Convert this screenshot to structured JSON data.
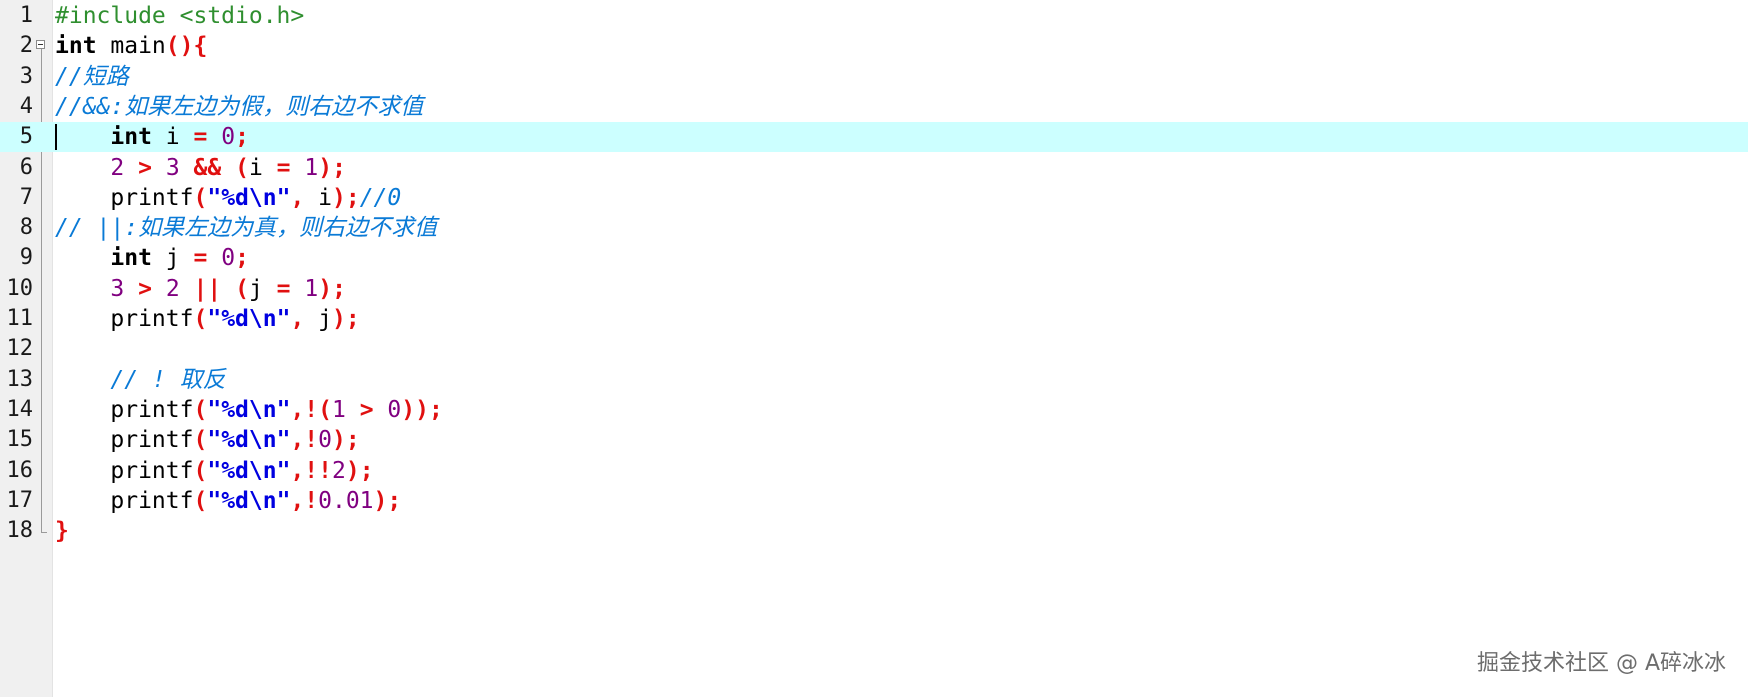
{
  "editor": {
    "current_line": 5,
    "lines": [
      {
        "n": "1",
        "tokens": [
          {
            "t": "pp",
            "s": "#include <stdio.h>"
          }
        ]
      },
      {
        "n": "2",
        "tokens": [
          {
            "t": "kw",
            "s": "int"
          },
          {
            "t": "tx",
            "s": " main"
          },
          {
            "t": "op",
            "s": "(){"
          }
        ]
      },
      {
        "n": "3",
        "tokens": [
          {
            "t": "cm",
            "s": "//短路"
          }
        ]
      },
      {
        "n": "4",
        "tokens": [
          {
            "t": "cm",
            "s": "//&&:如果左边为假，则右边不求值"
          }
        ]
      },
      {
        "n": "5",
        "tokens": [
          {
            "t": "tx",
            "s": "    "
          },
          {
            "t": "kw",
            "s": "int"
          },
          {
            "t": "tx",
            "s": " i "
          },
          {
            "t": "op",
            "s": "="
          },
          {
            "t": "tx",
            "s": " "
          },
          {
            "t": "num",
            "s": "0"
          },
          {
            "t": "op",
            "s": ";"
          }
        ]
      },
      {
        "n": "6",
        "tokens": [
          {
            "t": "tx",
            "s": "    "
          },
          {
            "t": "num",
            "s": "2"
          },
          {
            "t": "tx",
            "s": " "
          },
          {
            "t": "op",
            "s": ">"
          },
          {
            "t": "tx",
            "s": " "
          },
          {
            "t": "num",
            "s": "3"
          },
          {
            "t": "tx",
            "s": " "
          },
          {
            "t": "op",
            "s": "&&"
          },
          {
            "t": "tx",
            "s": " "
          },
          {
            "t": "op",
            "s": "("
          },
          {
            "t": "tx",
            "s": "i "
          },
          {
            "t": "op",
            "s": "="
          },
          {
            "t": "tx",
            "s": " "
          },
          {
            "t": "num",
            "s": "1"
          },
          {
            "t": "op",
            "s": ");"
          }
        ]
      },
      {
        "n": "7",
        "tokens": [
          {
            "t": "tx",
            "s": "    printf"
          },
          {
            "t": "op",
            "s": "("
          },
          {
            "t": "str",
            "s": "\"%d\\n\""
          },
          {
            "t": "op",
            "s": ","
          },
          {
            "t": "tx",
            "s": " i"
          },
          {
            "t": "op",
            "s": ");"
          },
          {
            "t": "cm",
            "s": "//0"
          }
        ]
      },
      {
        "n": "8",
        "tokens": [
          {
            "t": "cm",
            "s": "// ||:如果左边为真，则右边不求值"
          }
        ]
      },
      {
        "n": "9",
        "tokens": [
          {
            "t": "tx",
            "s": "    "
          },
          {
            "t": "kw",
            "s": "int"
          },
          {
            "t": "tx",
            "s": " j "
          },
          {
            "t": "op",
            "s": "="
          },
          {
            "t": "tx",
            "s": " "
          },
          {
            "t": "num",
            "s": "0"
          },
          {
            "t": "op",
            "s": ";"
          }
        ]
      },
      {
        "n": "10",
        "tokens": [
          {
            "t": "tx",
            "s": "    "
          },
          {
            "t": "num",
            "s": "3"
          },
          {
            "t": "tx",
            "s": " "
          },
          {
            "t": "op",
            "s": ">"
          },
          {
            "t": "tx",
            "s": " "
          },
          {
            "t": "num",
            "s": "2"
          },
          {
            "t": "tx",
            "s": " "
          },
          {
            "t": "op",
            "s": "||"
          },
          {
            "t": "tx",
            "s": " "
          },
          {
            "t": "op",
            "s": "("
          },
          {
            "t": "tx",
            "s": "j "
          },
          {
            "t": "op",
            "s": "="
          },
          {
            "t": "tx",
            "s": " "
          },
          {
            "t": "num",
            "s": "1"
          },
          {
            "t": "op",
            "s": ");"
          }
        ]
      },
      {
        "n": "11",
        "tokens": [
          {
            "t": "tx",
            "s": "    printf"
          },
          {
            "t": "op",
            "s": "("
          },
          {
            "t": "str",
            "s": "\"%d\\n\""
          },
          {
            "t": "op",
            "s": ","
          },
          {
            "t": "tx",
            "s": " j"
          },
          {
            "t": "op",
            "s": ");"
          }
        ]
      },
      {
        "n": "12",
        "tokens": []
      },
      {
        "n": "13",
        "tokens": [
          {
            "t": "tx",
            "s": "    "
          },
          {
            "t": "cm",
            "s": "// ! 取反"
          }
        ]
      },
      {
        "n": "14",
        "tokens": [
          {
            "t": "tx",
            "s": "    printf"
          },
          {
            "t": "op",
            "s": "("
          },
          {
            "t": "str",
            "s": "\"%d\\n\""
          },
          {
            "t": "op",
            "s": ",!("
          },
          {
            "t": "num",
            "s": "1"
          },
          {
            "t": "tx",
            "s": " "
          },
          {
            "t": "op",
            "s": ">"
          },
          {
            "t": "tx",
            "s": " "
          },
          {
            "t": "num",
            "s": "0"
          },
          {
            "t": "op",
            "s": "));"
          }
        ]
      },
      {
        "n": "15",
        "tokens": [
          {
            "t": "tx",
            "s": "    printf"
          },
          {
            "t": "op",
            "s": "("
          },
          {
            "t": "str",
            "s": "\"%d\\n\""
          },
          {
            "t": "op",
            "s": ",!"
          },
          {
            "t": "num",
            "s": "0"
          },
          {
            "t": "op",
            "s": ");"
          }
        ]
      },
      {
        "n": "16",
        "tokens": [
          {
            "t": "tx",
            "s": "    printf"
          },
          {
            "t": "op",
            "s": "("
          },
          {
            "t": "str",
            "s": "\"%d\\n\""
          },
          {
            "t": "op",
            "s": ",!!"
          },
          {
            "t": "num",
            "s": "2"
          },
          {
            "t": "op",
            "s": ");"
          }
        ]
      },
      {
        "n": "17",
        "tokens": [
          {
            "t": "tx",
            "s": "    printf"
          },
          {
            "t": "op",
            "s": "("
          },
          {
            "t": "str",
            "s": "\"%d\\n\""
          },
          {
            "t": "op",
            "s": ",!"
          },
          {
            "t": "num",
            "s": "0.01"
          },
          {
            "t": "op",
            "s": ");"
          }
        ]
      },
      {
        "n": "18",
        "tokens": [
          {
            "t": "op",
            "s": "}"
          }
        ]
      }
    ]
  },
  "watermark": "掘金技术社区 @ A碎冰冰",
  "colors": {
    "gutter_bg": "#f0f0f0",
    "current_line_bg": "#ccffff",
    "preprocessor": "#2f8f2f",
    "comment": "#0a7ad6",
    "operator": "#e01010",
    "number": "#800080",
    "string": "#0000e0"
  },
  "icons": {
    "fold": "fold-collapse-icon"
  }
}
